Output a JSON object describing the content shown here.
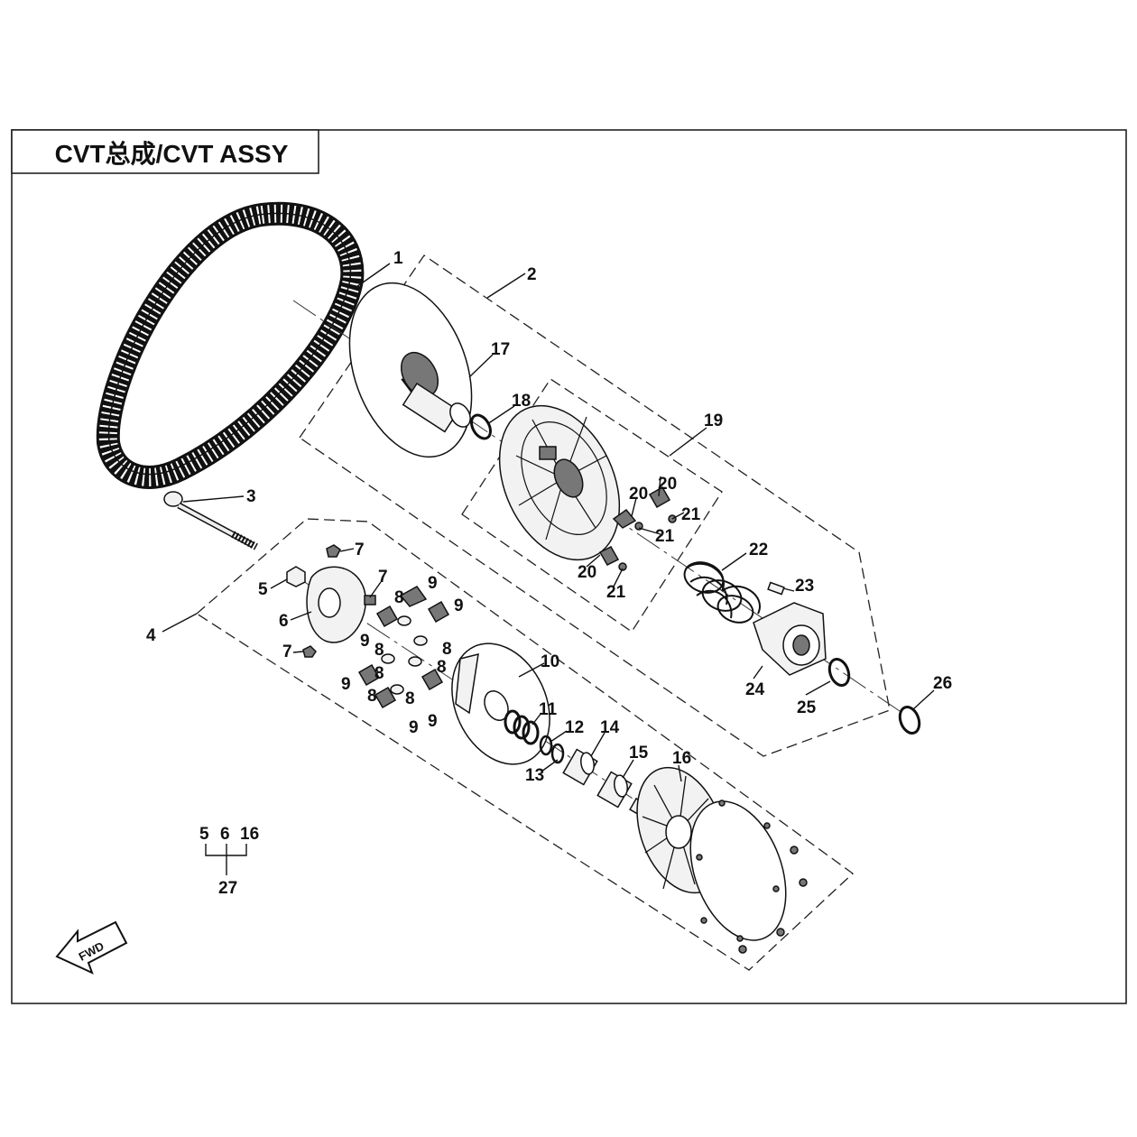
{
  "header": {
    "title": "CVT总成/CVT ASSY"
  },
  "fwd_label": "FWD",
  "callouts": [
    {
      "id": "c1",
      "text": "1"
    },
    {
      "id": "c2",
      "text": "2"
    },
    {
      "id": "c3",
      "text": "3"
    },
    {
      "id": "c4",
      "text": "4"
    },
    {
      "id": "c5",
      "text": "5"
    },
    {
      "id": "c6",
      "text": "6"
    },
    {
      "id": "c7a",
      "text": "7"
    },
    {
      "id": "c7b",
      "text": "7"
    },
    {
      "id": "c7c",
      "text": "7"
    },
    {
      "id": "c8a",
      "text": "8"
    },
    {
      "id": "c8b",
      "text": "8"
    },
    {
      "id": "c8c",
      "text": "8"
    },
    {
      "id": "c8d",
      "text": "8"
    },
    {
      "id": "c8e",
      "text": "8"
    },
    {
      "id": "c8f",
      "text": "8"
    },
    {
      "id": "c8g",
      "text": "8"
    },
    {
      "id": "c9a",
      "text": "9"
    },
    {
      "id": "c9b",
      "text": "9"
    },
    {
      "id": "c9c",
      "text": "9"
    },
    {
      "id": "c9d",
      "text": "9"
    },
    {
      "id": "c9e",
      "text": "9"
    },
    {
      "id": "c9f",
      "text": "9"
    },
    {
      "id": "c10",
      "text": "10"
    },
    {
      "id": "c11",
      "text": "11"
    },
    {
      "id": "c12",
      "text": "12"
    },
    {
      "id": "c13",
      "text": "13"
    },
    {
      "id": "c14",
      "text": "14"
    },
    {
      "id": "c15",
      "text": "15"
    },
    {
      "id": "c16",
      "text": "16"
    },
    {
      "id": "c17",
      "text": "17"
    },
    {
      "id": "c18",
      "text": "18"
    },
    {
      "id": "c19",
      "text": "19"
    },
    {
      "id": "c20a",
      "text": "20"
    },
    {
      "id": "c20b",
      "text": "20"
    },
    {
      "id": "c20c",
      "text": "20"
    },
    {
      "id": "c21a",
      "text": "21"
    },
    {
      "id": "c21b",
      "text": "21"
    },
    {
      "id": "c21c",
      "text": "21"
    },
    {
      "id": "c22",
      "text": "22"
    },
    {
      "id": "c23",
      "text": "23"
    },
    {
      "id": "c24",
      "text": "24"
    },
    {
      "id": "c25",
      "text": "25"
    },
    {
      "id": "c26",
      "text": "26"
    }
  ],
  "kit_legend": {
    "members": [
      "5",
      "6",
      "16"
    ],
    "kit": "27"
  }
}
